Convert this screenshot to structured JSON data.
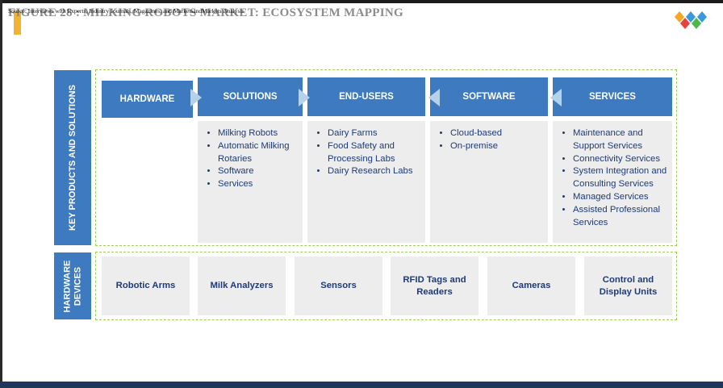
{
  "header": {
    "figure_title": "FIGURE 28 : MILKING ROBOTS MARKET: ECOSYSTEM MAPPING",
    "source_note": "Source: Interviews with Experts, Industry Journals, Magazines, and MarketsandMarkets Analysis"
  },
  "logo": {
    "colors": [
      "#f5a623",
      "#e8423f",
      "#3a9ad9",
      "#4cb848"
    ]
  },
  "side_labels": {
    "key_products": "KEY PRODUCTS AND SOLUTIONS",
    "hardware_devices_line1": "HARDWARE",
    "hardware_devices_line2": "DEVICES"
  },
  "columns": [
    {
      "header": "HARDWARE",
      "items": []
    },
    {
      "header": "SOLUTIONS",
      "items": [
        "Milking Robots",
        "Automatic Milking Rotaries",
        "Software",
        "Services"
      ]
    },
    {
      "header": "END-USERS",
      "items": [
        "Dairy Farms",
        "Food Safety and Processing Labs",
        "Dairy Research Labs"
      ]
    },
    {
      "header": "SOFTWARE",
      "items": [
        "Cloud-based",
        "On-premise"
      ]
    },
    {
      "header": "SERVICES",
      "items": [
        "Maintenance and Support Services",
        "Connectivity Services",
        "System Integration and Consulting Services",
        "Managed Services",
        "Assisted Professional Services"
      ]
    }
  ],
  "devices": [
    "Robotic Arms",
    "Milk Analyzers",
    "Sensors",
    "RFID Tags and Readers",
    "Cameras",
    "Control and Display Units"
  ],
  "colors": {
    "header_blue": "#3d7abf",
    "arrow_blue": "#b5d2ea",
    "dashed_green": "#9acd5a",
    "text_navy": "#1e3a78",
    "panel_gray": "#ededed"
  }
}
